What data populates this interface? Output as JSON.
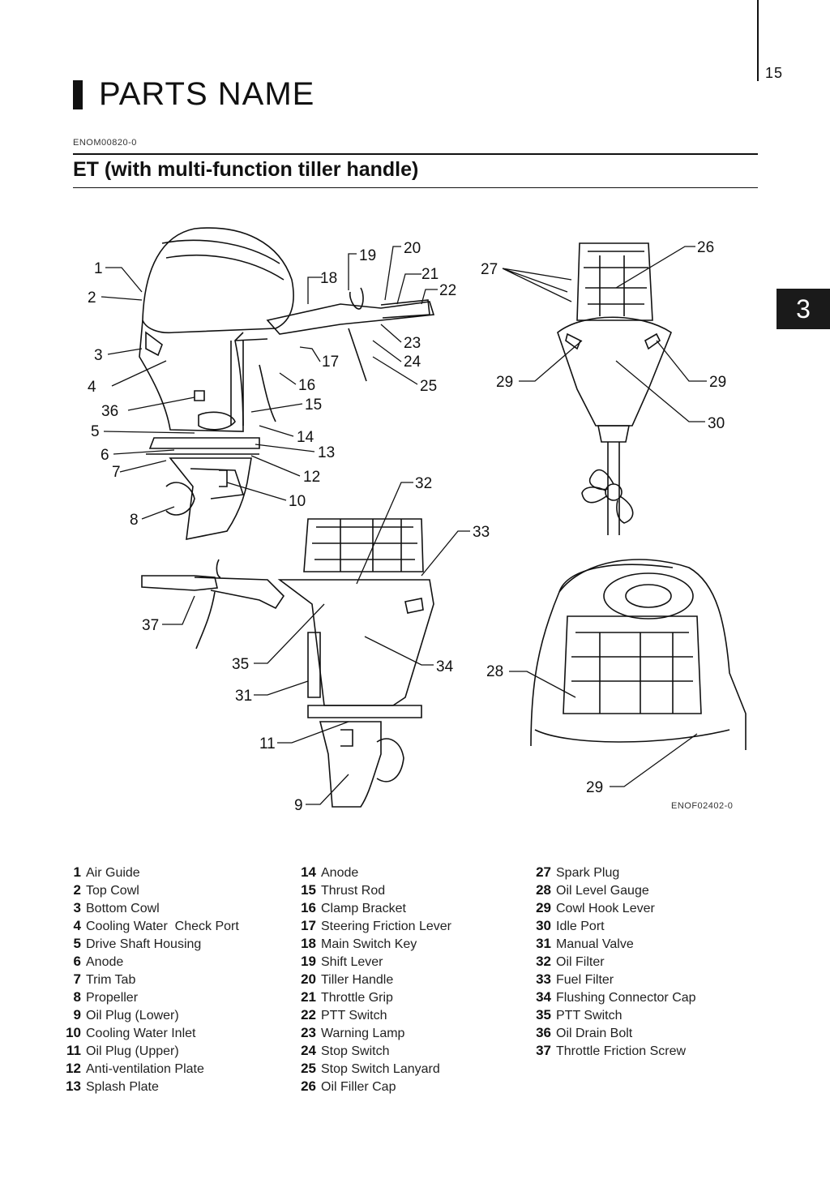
{
  "page_number": "15",
  "chapter_tab": "3",
  "title": "PARTS NAME",
  "doc_code": "ENOM00820-0",
  "subtitle": "ET (with multi-function tiller handle)",
  "figure_code": "ENOF02402-0",
  "callouts": [
    "1",
    "2",
    "3",
    "4",
    "36",
    "5",
    "6",
    "7",
    "8",
    "19",
    "20",
    "18",
    "21",
    "22",
    "23",
    "17",
    "24",
    "16",
    "25",
    "15",
    "14",
    "13",
    "12",
    "10",
    "27",
    "26",
    "29",
    "29",
    "30",
    "32",
    "33",
    "37",
    "35",
    "34",
    "28",
    "31",
    "11",
    "9",
    "29"
  ],
  "parts": [
    {
      "num": "1",
      "name": "Air Guide"
    },
    {
      "num": "2",
      "name": "Top Cowl"
    },
    {
      "num": "3",
      "name": "Bottom Cowl"
    },
    {
      "num": "4",
      "name": "Cooling Water  Check Port"
    },
    {
      "num": "5",
      "name": "Drive Shaft Housing"
    },
    {
      "num": "6",
      "name": "Anode"
    },
    {
      "num": "7",
      "name": "Trim Tab"
    },
    {
      "num": "8",
      "name": "Propeller"
    },
    {
      "num": "9",
      "name": "Oil Plug (Lower)"
    },
    {
      "num": "10",
      "name": "Cooling Water Inlet"
    },
    {
      "num": "11",
      "name": "Oil Plug (Upper)"
    },
    {
      "num": "12",
      "name": "Anti-ventilation Plate"
    },
    {
      "num": "13",
      "name": "Splash Plate"
    },
    {
      "num": "14",
      "name": "Anode"
    },
    {
      "num": "15",
      "name": "Thrust Rod"
    },
    {
      "num": "16",
      "name": "Clamp Bracket"
    },
    {
      "num": "17",
      "name": "Steering Friction Lever"
    },
    {
      "num": "18",
      "name": "Main Switch Key"
    },
    {
      "num": "19",
      "name": "Shift Lever"
    },
    {
      "num": "20",
      "name": "Tiller Handle"
    },
    {
      "num": "21",
      "name": "Throttle Grip"
    },
    {
      "num": "22",
      "name": "PTT Switch"
    },
    {
      "num": "23",
      "name": "Warning Lamp"
    },
    {
      "num": "24",
      "name": "Stop Switch"
    },
    {
      "num": "25",
      "name": "Stop Switch Lanyard"
    },
    {
      "num": "26",
      "name": "Oil Filler Cap"
    },
    {
      "num": "27",
      "name": "Spark Plug"
    },
    {
      "num": "28",
      "name": "Oil Level Gauge"
    },
    {
      "num": "29",
      "name": "Cowl Hook Lever"
    },
    {
      "num": "30",
      "name": "Idle Port"
    },
    {
      "num": "31",
      "name": "Manual Valve"
    },
    {
      "num": "32",
      "name": "Oil Filter"
    },
    {
      "num": "33",
      "name": "Fuel Filter"
    },
    {
      "num": "34",
      "name": "Flushing Connector Cap"
    },
    {
      "num": "35",
      "name": "PTT Switch"
    },
    {
      "num": "36",
      "name": "Oil Drain Bolt"
    },
    {
      "num": "37",
      "name": "Throttle Friction Screw"
    }
  ]
}
